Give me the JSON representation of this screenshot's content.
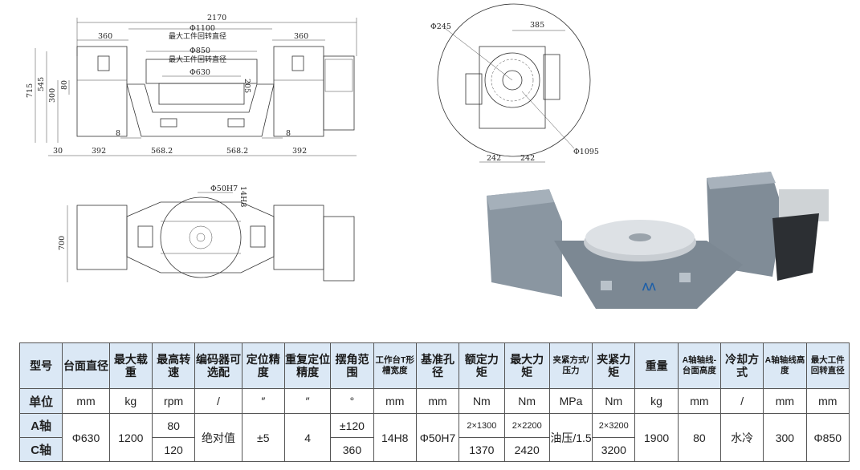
{
  "front_view": {
    "dims": {
      "overall_width": "2170",
      "left_flange": "360",
      "right_flange": "360",
      "max_swing_dia": "Φ1100",
      "max_swing_label": "最大工件回转直径",
      "max_swing_dia2": "Φ850",
      "max_swing_label2": "最大工件回转直径",
      "table_dia": "Φ630",
      "height_205": "205",
      "total_height": "715",
      "h545": "545",
      "h300": "300",
      "h80": "80",
      "gap_left": "8",
      "gap_right": "8",
      "b30": "30",
      "b392_left": "392",
      "b568_left": "568.2",
      "b568_right": "568.2",
      "b392_right": "392"
    }
  },
  "side_view": {
    "dims": {
      "d245": "Φ245",
      "d385": "385",
      "d1095": "Φ1095",
      "w242_left": "242",
      "w242_right": "242"
    }
  },
  "top_view": {
    "dims": {
      "bore": "Φ50H7",
      "slot": "14H8",
      "depth": "700"
    }
  },
  "colors": {
    "table_header_bg": "#dbe8f5",
    "body_gray": "#7f8b96",
    "logo_blue": "#1d5fa8"
  },
  "table": {
    "headers": [
      "型号",
      "台面直径",
      "最大载重",
      "最高转速",
      "编码器可选配",
      "定位精度",
      "重复定位精度",
      "摆角范围",
      "工作台T形槽宽度",
      "基准孔径",
      "额定力矩",
      "最大力矩",
      "夹紧方式/压力",
      "夹紧力矩",
      "重量",
      "A轴轴线-台面高度",
      "冷却方式",
      "A轴轴线高度",
      "最大工件回转直径"
    ],
    "units": {
      "label": "单位",
      "diameter": "mm",
      "load": "kg",
      "speed": "rpm",
      "encoder": "/",
      "pos_acc": "″",
      "rep_acc": "″",
      "swing": "°",
      "slot": "mm",
      "bore": "mm",
      "rated_torque": "Nm",
      "max_torque": "Nm",
      "clamp_method": "MPa",
      "clamp_torque": "Nm",
      "weight": "kg",
      "height_a": "mm",
      "cooling": "/",
      "axis_height": "mm",
      "max_dia": "mm"
    },
    "row_a": {
      "label": "A轴",
      "speed": "80",
      "swing": "±120",
      "rated_torque": "2×1300",
      "max_torque": "2×2200",
      "clamp_torque": "2×3200"
    },
    "row_c": {
      "label": "C轴",
      "speed": "120",
      "swing": "360",
      "rated_torque": "1370",
      "max_torque": "2420",
      "clamp_torque": "3200"
    },
    "shared": {
      "diameter": "Φ630",
      "load": "1200",
      "encoder": "绝对值",
      "pos_acc": "±5",
      "rep_acc": "4",
      "slot": "14H8",
      "bore": "Φ50H7",
      "clamp_method": "油压/1.5",
      "weight": "1900",
      "height_a": "80",
      "cooling": "水冷",
      "axis_height": "300",
      "max_dia": "Φ850"
    }
  }
}
